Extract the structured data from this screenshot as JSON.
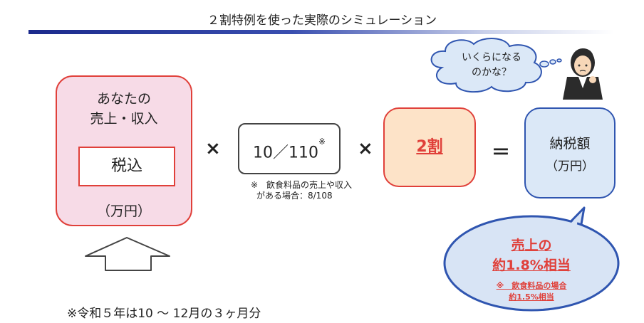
{
  "title": "２割特例を使った実際のシミュレーション",
  "income": {
    "line1": "あなたの",
    "line2": "売上・収入",
    "tax_incl": "税込",
    "unit": "（万円）"
  },
  "operators": {
    "times1": "×",
    "times2": "×",
    "equals": "＝"
  },
  "ratio": {
    "text": "10／110",
    "mark": "※"
  },
  "note": {
    "line1": "※　飲食料品の売上や収入",
    "line2": "がある場合：8/108"
  },
  "rate": {
    "text": "2割"
  },
  "tax": {
    "line1": "納税額",
    "line2": "（万円）"
  },
  "thought": {
    "line1": "いくらになる",
    "line2": "のかな？"
  },
  "result": {
    "line1": "売上の",
    "line2": "約1.8%相当",
    "note1": "※　飲食料品の場合",
    "note2": "約1.5%相当"
  },
  "footnote": "※令和５年は10 ～ 12月の３ヶ月分",
  "colors": {
    "accent_red": "#e0403a",
    "navy": "#1b2a8c",
    "income_bg": "#f7dbe7",
    "rate_bg": "#fde3c8",
    "tax_bg": "#dbe8f7"
  }
}
